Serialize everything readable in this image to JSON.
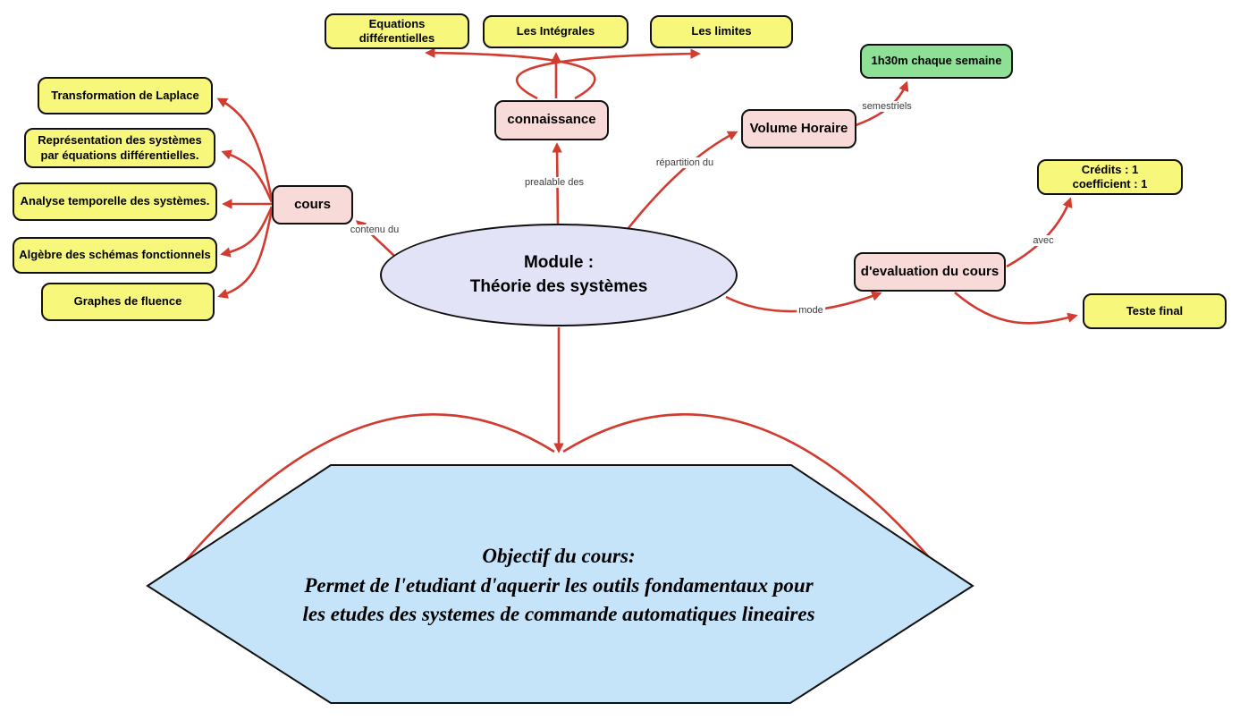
{
  "colors": {
    "yellow": "#f7f77c",
    "pink": "#f8dbd8",
    "green": "#8ee096",
    "lavender": "#e3e3f8",
    "blue": "#c5e4f9",
    "arrow": "#d23b2f",
    "border": "#111111"
  },
  "nodes": {
    "module": {
      "line1": "Module :",
      "line2": "Théorie des systèmes"
    },
    "connaissance": {
      "label": "connaissance"
    },
    "cours": {
      "label": "cours"
    },
    "volume_horaire": {
      "label": "Volume Horaire"
    },
    "evaluation": {
      "label": "d'evaluation du cours"
    },
    "equations_differentielles": {
      "label": "Equations différentielles"
    },
    "integrales": {
      "label": "Les Intégrales"
    },
    "limites": {
      "label": "Les limites"
    },
    "semaine": {
      "label": "1h30m chaque semaine"
    },
    "credits": {
      "line1": "Crédits : 1",
      "line2": "coefficient : 1"
    },
    "teste_final": {
      "label": "Teste final"
    },
    "laplace": {
      "label": "Transformation de Laplace"
    },
    "representation": {
      "line1": "Représentation des systèmes",
      "line2": "par équations différentielles."
    },
    "analyse": {
      "label": "Analyse temporelle des systèmes."
    },
    "algebre": {
      "label": "Algèbre des schémas fonctionnels"
    },
    "graphes": {
      "label": "Graphes de fluence"
    },
    "objectif": {
      "line1": "Objectif du cours:",
      "line2": "Permet de l'etudiant d'aquerir les outils fondamentaux pour",
      "line3": "les etudes des systemes de commande automatiques lineaires"
    }
  },
  "edge_labels": {
    "prealable": "prealable des",
    "repartition": "répartition du",
    "semestriels": "semestriels",
    "contenu": "contenu du",
    "mode": "mode",
    "avec": "avec"
  }
}
